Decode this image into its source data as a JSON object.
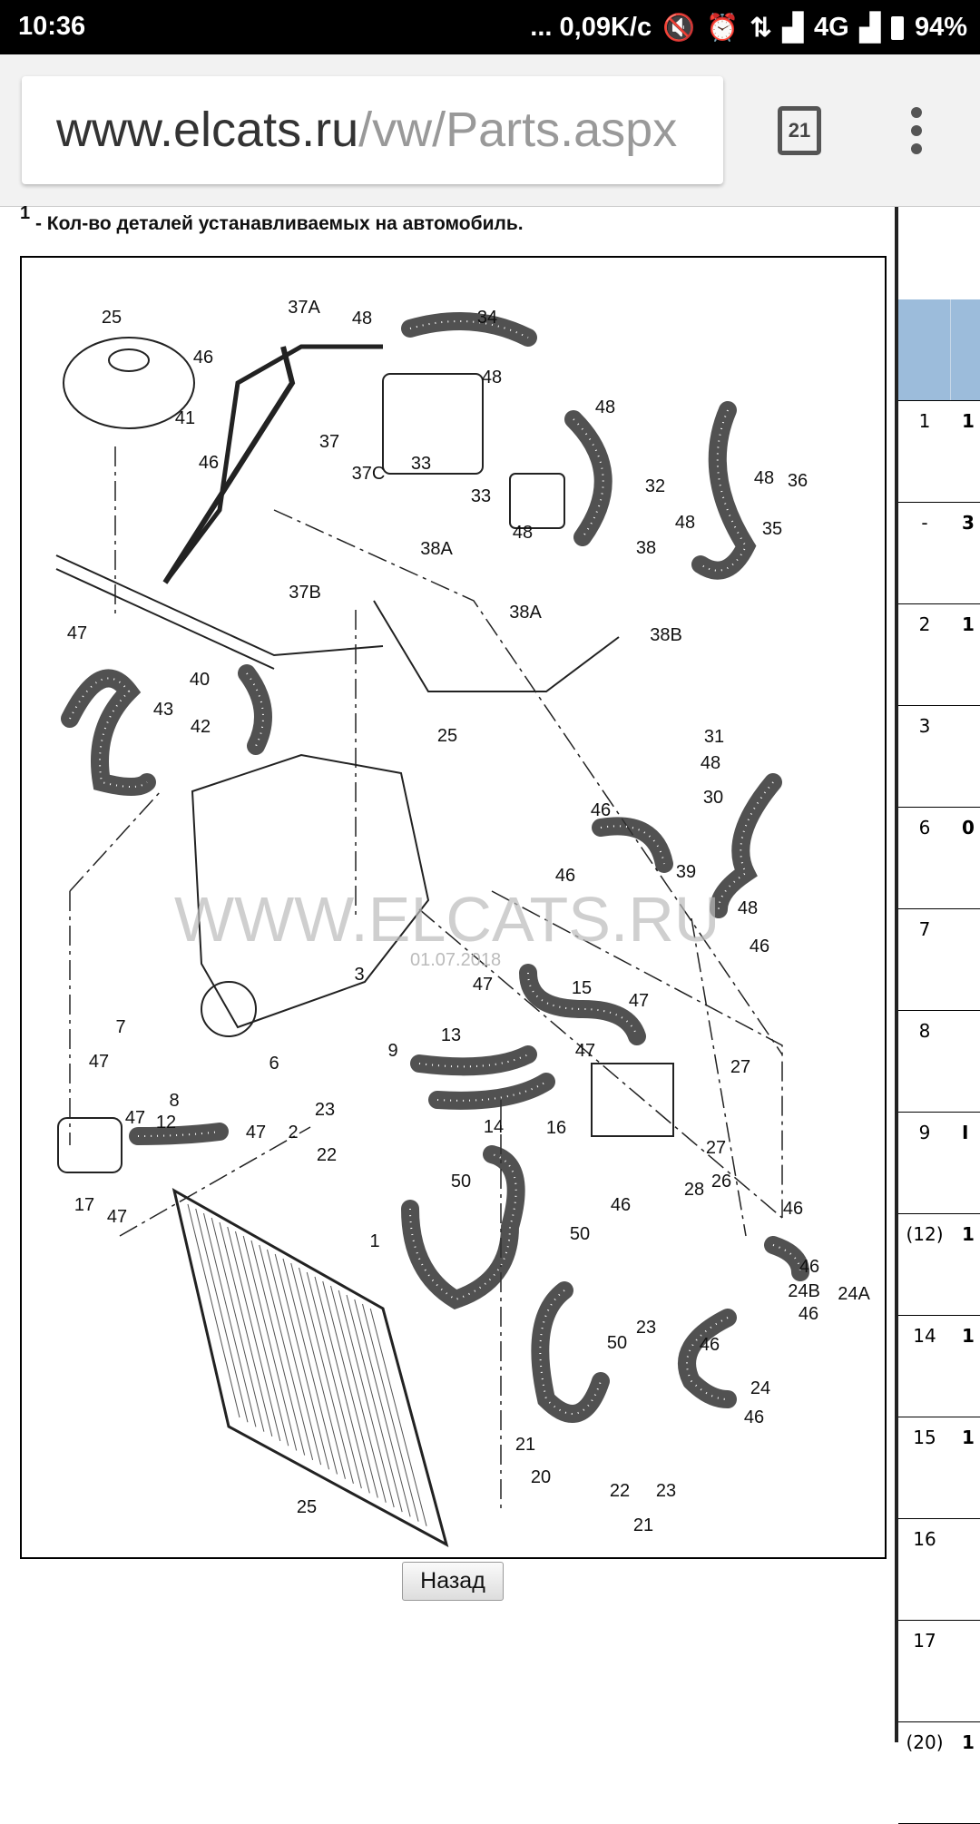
{
  "status_bar": {
    "time": "10:36",
    "speed": "... 0,09K/c",
    "network": "4G",
    "battery": "94%",
    "icons": [
      "mute-vibrate-icon",
      "alarm-icon",
      "data-transfer-icon",
      "signal-icon",
      "signal-icon",
      "battery-icon"
    ]
  },
  "browser": {
    "url_host": "www.elcats.ru",
    "url_path": "/vw/Parts.aspx",
    "tab_count": "21"
  },
  "page": {
    "footnote_mark": "1",
    "footnote": " - Кол-во деталей устанавливаемых на автомобиль.",
    "back_button": "Назад",
    "watermark": "WWW.ELCATS.RU",
    "watermark_date": "01.07.2018",
    "callouts": [
      "25",
      "46",
      "41",
      "46",
      "37A",
      "48",
      "34",
      "48",
      "48",
      "37",
      "37C",
      "33",
      "33",
      "32",
      "36",
      "48",
      "48",
      "35",
      "48",
      "38A",
      "38",
      "37B",
      "38A",
      "38B",
      "47",
      "40",
      "43",
      "42",
      "25",
      "31",
      "48",
      "30",
      "46",
      "39",
      "46",
      "46",
      "48",
      "3",
      "47",
      "15",
      "47",
      "7",
      "13",
      "47",
      "9",
      "47",
      "6",
      "27",
      "8",
      "14",
      "16",
      "23",
      "2",
      "47",
      "12",
      "47",
      "27",
      "22",
      "50",
      "28",
      "26",
      "17",
      "47",
      "46",
      "46",
      "1",
      "50",
      "46",
      "24B",
      "24A",
      "46",
      "46",
      "23",
      "50",
      "24",
      "46",
      "21",
      "20",
      "25",
      "22",
      "23",
      "21"
    ]
  },
  "table": {
    "header_color": "#9cbcdb",
    "rows": [
      {
        "pos": "1",
        "col2": "1"
      },
      {
        "pos": "-",
        "col2": "3"
      },
      {
        "pos": "2",
        "col2": "1"
      },
      {
        "pos": "3",
        "col2": ""
      },
      {
        "pos": "6",
        "col2": "0"
      },
      {
        "pos": "7",
        "col2": ""
      },
      {
        "pos": "8",
        "col2": ""
      },
      {
        "pos": "9",
        "col2": "I"
      },
      {
        "pos": "(12)",
        "col2": "1"
      },
      {
        "pos": "14",
        "col2": "1"
      },
      {
        "pos": "15",
        "col2": "1"
      },
      {
        "pos": "16",
        "col2": ""
      },
      {
        "pos": "17",
        "col2": ""
      },
      {
        "pos": "(20)",
        "col2": "1"
      }
    ]
  }
}
